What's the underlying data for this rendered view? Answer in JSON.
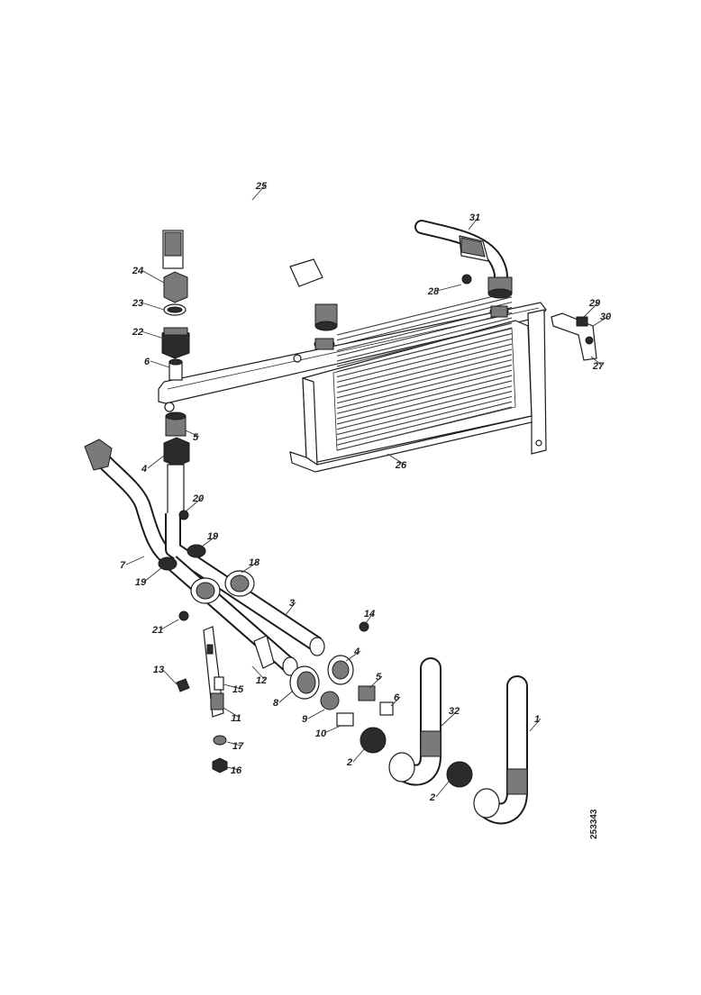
{
  "drawing": {
    "reference_number": "253343"
  },
  "part_labels": [
    {
      "id": "p25a",
      "text": "25"
    },
    {
      "id": "p31",
      "text": "31"
    },
    {
      "id": "p24",
      "text": "24"
    },
    {
      "id": "p23",
      "text": "23"
    },
    {
      "id": "p22",
      "text": "22"
    },
    {
      "id": "p6a",
      "text": "6"
    },
    {
      "id": "p28",
      "text": "28"
    },
    {
      "id": "p29",
      "text": "29"
    },
    {
      "id": "p30",
      "text": "30"
    },
    {
      "id": "p27",
      "text": "27"
    },
    {
      "id": "p5a",
      "text": "5"
    },
    {
      "id": "p4a",
      "text": "4"
    },
    {
      "id": "p26",
      "text": "26"
    },
    {
      "id": "p20",
      "text": "20"
    },
    {
      "id": "p19a",
      "text": "19"
    },
    {
      "id": "p18",
      "text": "18"
    },
    {
      "id": "p7",
      "text": "7"
    },
    {
      "id": "p19b",
      "text": "19"
    },
    {
      "id": "p3",
      "text": "3"
    },
    {
      "id": "p21",
      "text": "21"
    },
    {
      "id": "p14",
      "text": "14"
    },
    {
      "id": "p4b",
      "text": "4"
    },
    {
      "id": "p13",
      "text": "13"
    },
    {
      "id": "p12",
      "text": "12"
    },
    {
      "id": "p15",
      "text": "15"
    },
    {
      "id": "p8",
      "text": "8"
    },
    {
      "id": "p5b",
      "text": "5"
    },
    {
      "id": "p6b",
      "text": "6"
    },
    {
      "id": "p9",
      "text": "9"
    },
    {
      "id": "p32",
      "text": "32"
    },
    {
      "id": "p1",
      "text": "1"
    },
    {
      "id": "p11",
      "text": "11"
    },
    {
      "id": "p10",
      "text": "10"
    },
    {
      "id": "p17",
      "text": "17"
    },
    {
      "id": "p2a",
      "text": "2"
    },
    {
      "id": "p16",
      "text": "16"
    },
    {
      "id": "p2b",
      "text": "2"
    }
  ]
}
